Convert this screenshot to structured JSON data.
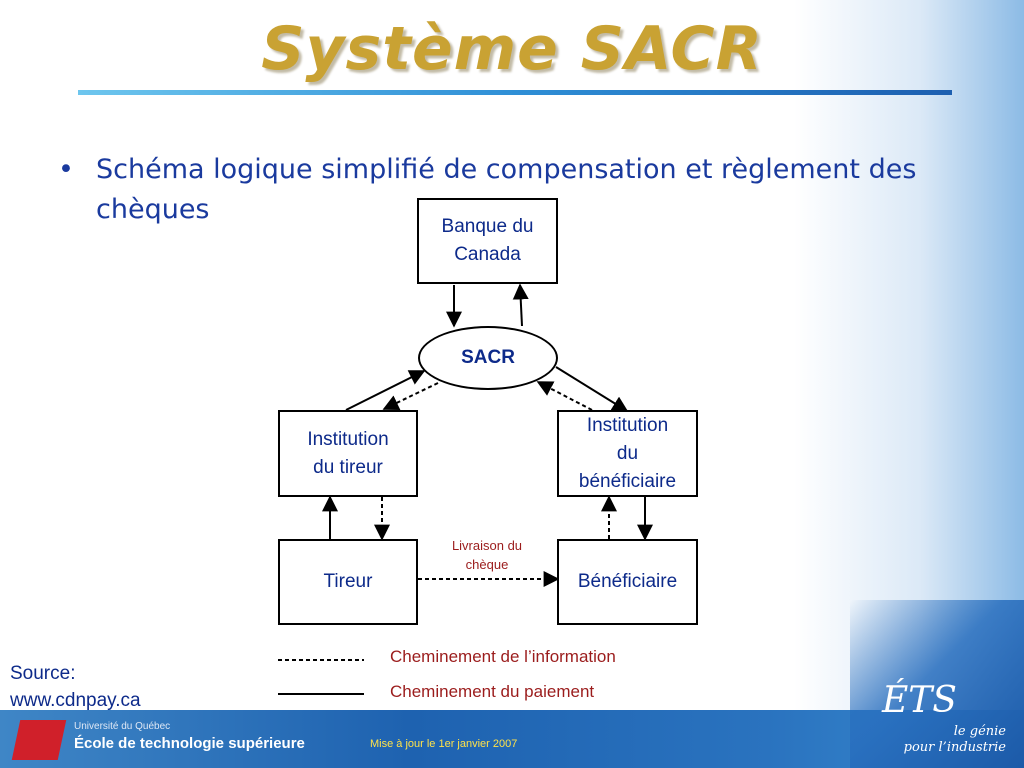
{
  "slide": {
    "title": "Système SACR",
    "bullet": "Schéma logique simplifié de compensation et règlement des chèques"
  },
  "diagram": {
    "nodes": {
      "banque": "Banque du\nCanada",
      "sacr": "SACR",
      "inst_tireur": "Institution\ndu tireur",
      "inst_benef": "Institution\ndu\nbénéficiaire",
      "tireur": "Tireur",
      "beneficiaire": "Bénéficiaire"
    },
    "edge_label": "Livraison du\nchèque",
    "legend": {
      "information": "Cheminement de l’information",
      "paiement": "Cheminement du paiement"
    }
  },
  "source": {
    "label": "Source:",
    "url": "www.cdnpay.ca"
  },
  "footer": {
    "university": "Université du Québec",
    "school": "École de technologie supérieure",
    "updated": "Mise à jour le 1er janvier 2007",
    "logo": "ÉTS",
    "tagline_1": "le génie",
    "tagline_2": "pour l’industrie"
  },
  "colors": {
    "title": "#c9a233",
    "text_blue": "#0d2a8a",
    "legend_red": "#9b1c1c",
    "footer_blue": "#1e62b0"
  }
}
